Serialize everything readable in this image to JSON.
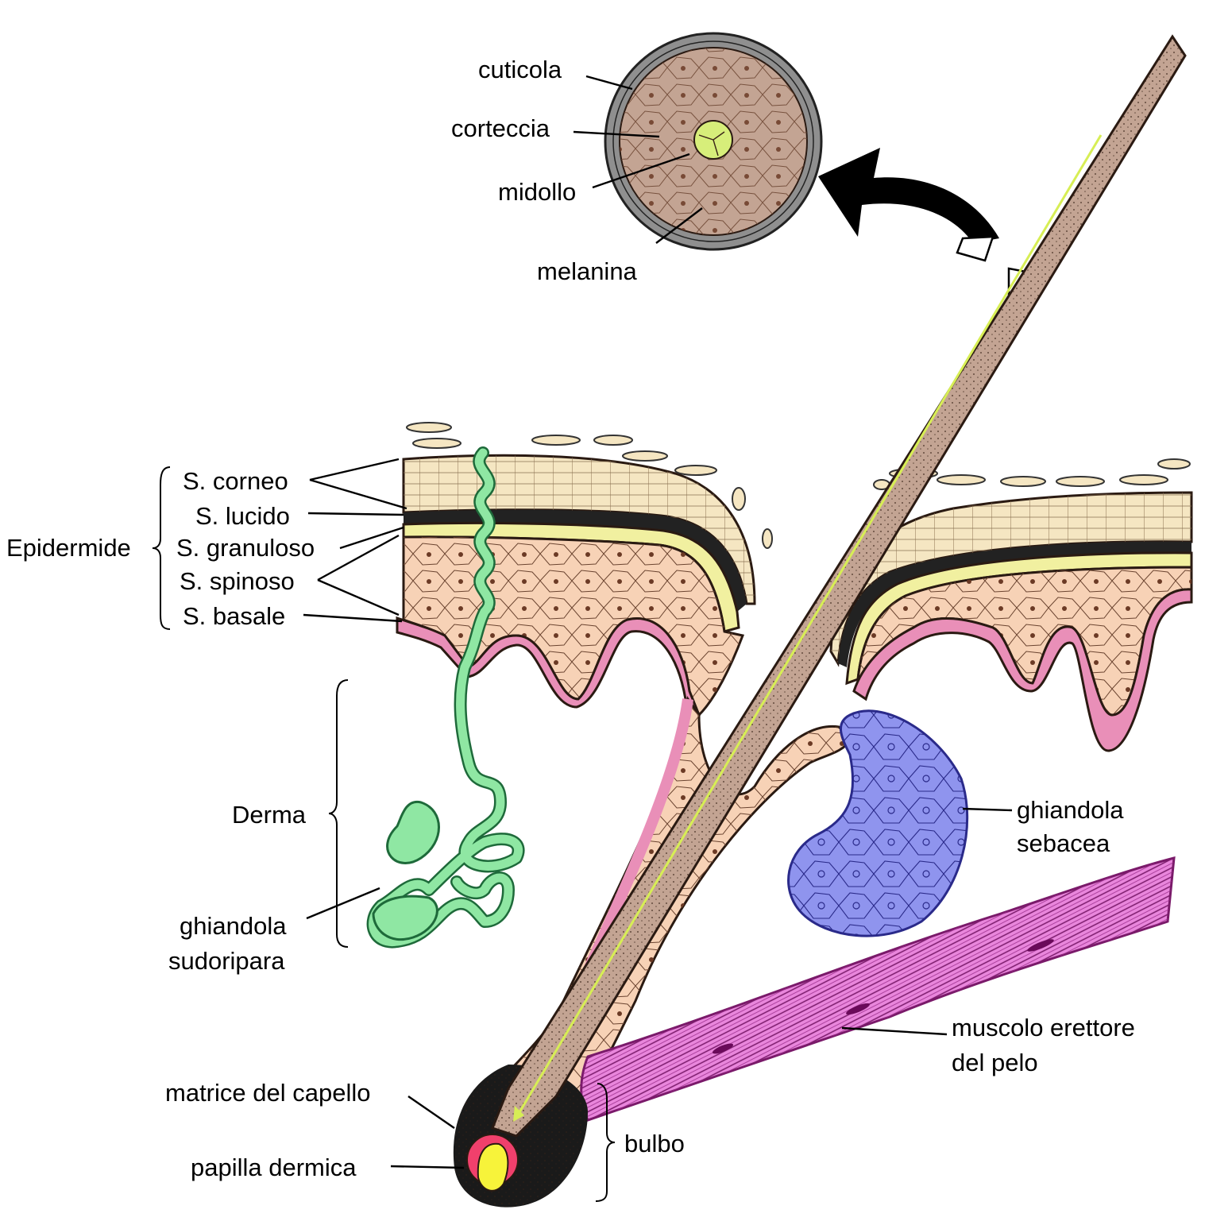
{
  "labels": {
    "cuticola": "cuticola",
    "corteccia": "corteccia",
    "midollo": "midollo",
    "melanina": "melanina",
    "corneo": "S. corneo",
    "lucido": "S. lucido",
    "granuloso": "S. granuloso",
    "spinoso": "S. spinoso",
    "basale": "S. basale",
    "epidermide": "Epidermide",
    "derma": "Derma",
    "sudoripara_1": "ghiandola",
    "sudoripara_2": "sudoripara",
    "sebacea_1": "ghiandola",
    "sebacea_2": "sebacea",
    "muscolo_1": "muscolo erettore",
    "muscolo_2": "del pelo",
    "matrice": "matrice del capello",
    "papilla": "papilla dermica",
    "bulbo": "bulbo"
  },
  "colors": {
    "corneum": "#f5e6c2",
    "granulosum": "#f1f0a0",
    "spinosum": "#f7d2b6",
    "basale": "#e98fb8",
    "hair_shaft": "#c3a493",
    "sweat_gland": "#8fe7a3",
    "sebaceous_gland": "#8f94ee",
    "muscle": "#e986dc",
    "papilla": "#f7f33a",
    "matrix": "#f0406c"
  }
}
